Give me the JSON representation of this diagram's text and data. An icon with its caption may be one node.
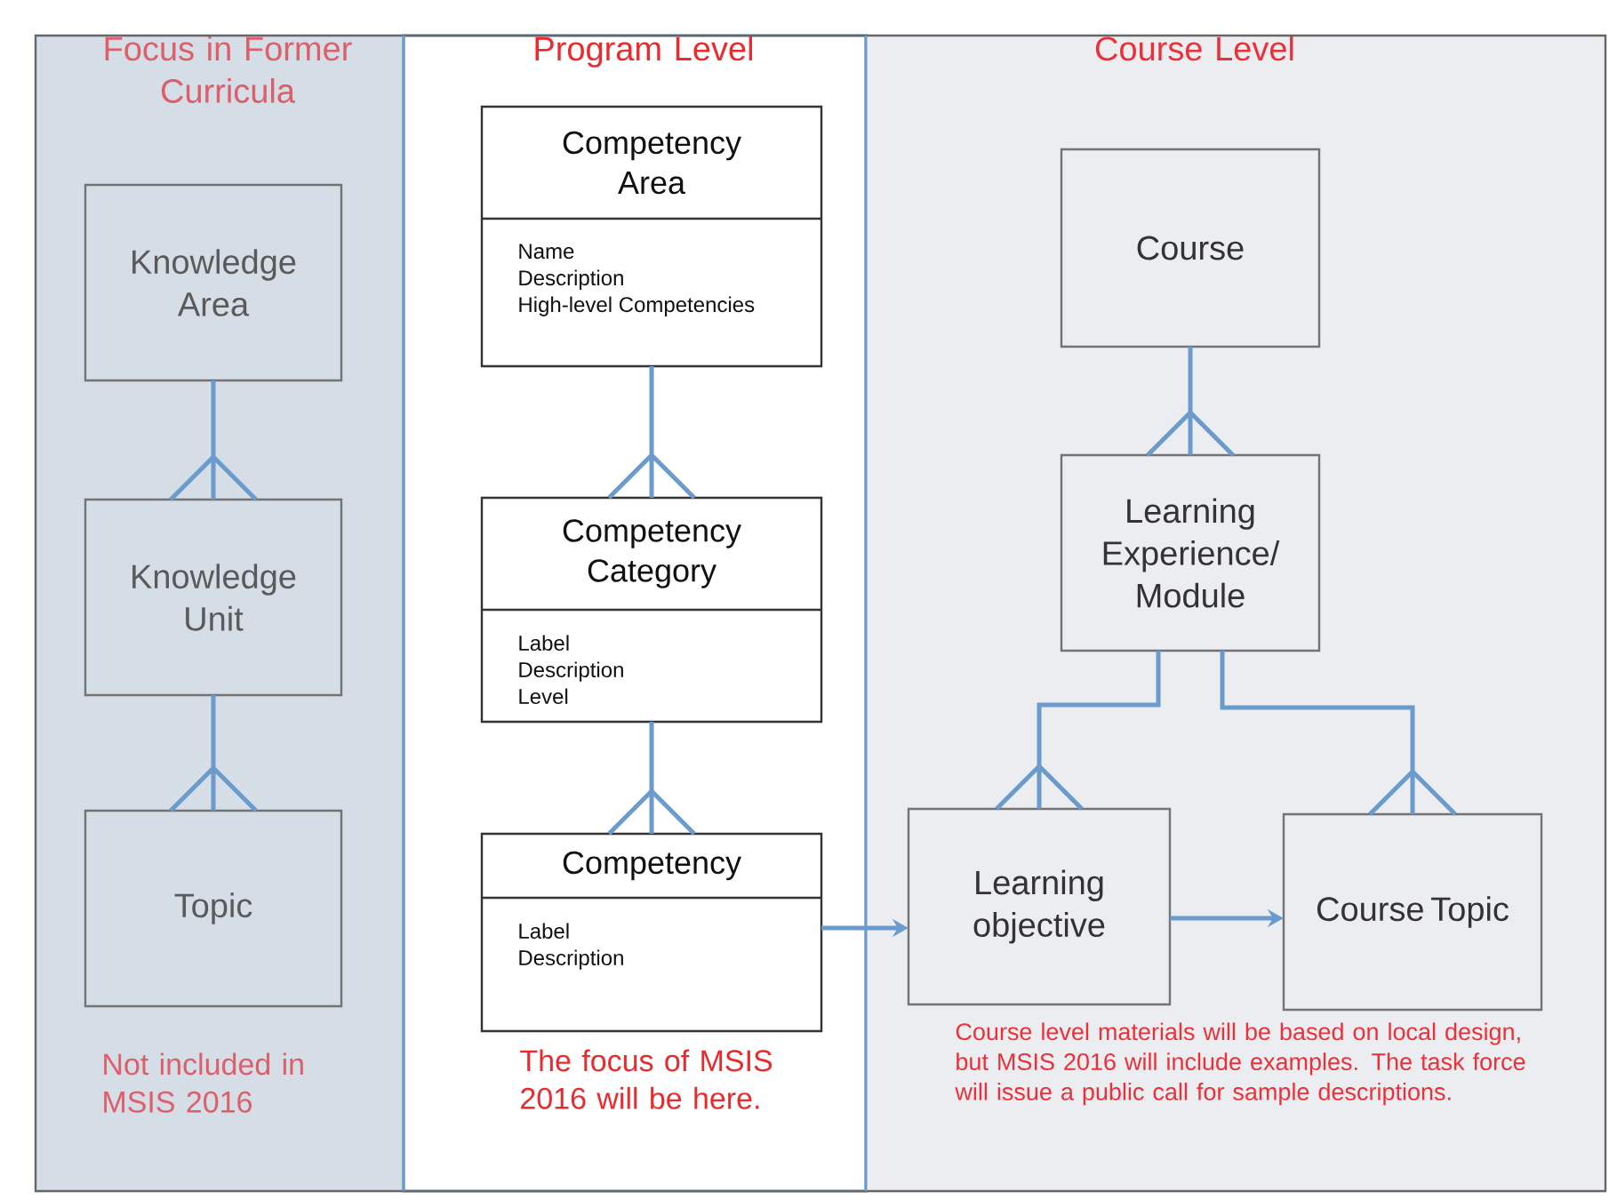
{
  "diagram": {
    "nodes": [
      {
        "text": [
          "Focus in Former Curricula",
          "Not included in MSIS 2016"
        ]
      },
      {
        "text": [
          "Knowledge Area"
        ],
        "in": 0
      },
      {
        "text": [
          "Knowledge Unit"
        ],
        "in": 0
      },
      {
        "text": [
          "Topic"
        ],
        "in": 0
      },
      {
        "text": [
          "Program Level",
          "The focus of MSIS 2016 will be here."
        ]
      },
      {
        "text": [
          "Competency Area",
          "Name",
          "Description",
          "High-level Competencies"
        ],
        "in": 4
      },
      {
        "text": [
          "Competency Category",
          "Label",
          "Description",
          "Level"
        ],
        "in": 4
      },
      {
        "text": [
          "Competency",
          "Label",
          "Description"
        ],
        "in": 4
      },
      {
        "text": [
          "Course Level",
          "Course level materials will be based on local design, but MSIS 2016 will include examples. The task force will issue a public call for sample descriptions."
        ]
      },
      {
        "text": [
          "Course"
        ],
        "in": 8
      },
      {
        "text": [
          "Learning Experience/ Module"
        ],
        "in": 8
      },
      {
        "text": [
          "Learning objective"
        ],
        "in": 8
      },
      {
        "text": [
          "Course Topic"
        ],
        "in": 8
      }
    ],
    "edges": [
      {
        "from": 1,
        "to": 2,
        "arrow": "other"
      },
      {
        "from": 2,
        "to": 3,
        "arrow": "other"
      },
      {
        "from": 5,
        "to": 6,
        "arrow": "other"
      },
      {
        "from": 6,
        "to": 7,
        "arrow": "other"
      },
      {
        "from": 9,
        "to": 10,
        "arrow": "other"
      },
      {
        "from": 10,
        "to": 11,
        "arrow": "other"
      },
      {
        "from": 10,
        "to": 12,
        "arrow": "other"
      },
      {
        "from": 7,
        "to": 11,
        "arrow": "to"
      },
      {
        "from": 11,
        "to": 12,
        "arrow": "to"
      }
    ]
  }
}
